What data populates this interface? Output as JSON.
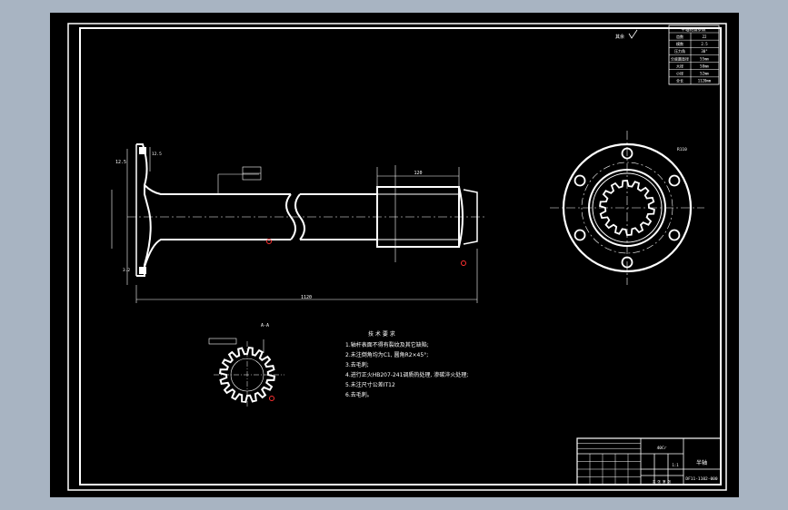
{
  "colors": {
    "background": "#a8b4c2",
    "sheet": "#000000",
    "lines": "#ffffff",
    "red": "#ff3030"
  },
  "parameter_table": {
    "title": "半轴花键参数",
    "rows": [
      [
        "齿数",
        "22"
      ],
      [
        "模数",
        "2.5"
      ],
      [
        "压力角",
        "30°"
      ],
      [
        "分度圆直径",
        "55mm"
      ],
      [
        "大径",
        "58mm"
      ],
      [
        "小径",
        "52mm"
      ],
      [
        "全长",
        "1120mm"
      ]
    ]
  },
  "technical_requirements": {
    "title": "技 术 要 求",
    "items": [
      "1.轴杆表面不得有裂纹及其它缺陷;",
      "2.未注倒角均为C1, 圆角R2×45°;",
      "3.去毛刺;",
      "4.进行正火HB207-241调质热处理, 渗碳淬火处理;",
      "5.未注尺寸公差IT12",
      "6.去毛刺。"
    ]
  },
  "title_block": {
    "part_name": "半轴",
    "drawing_number": "DF11-1102-000",
    "scale": "1:1",
    "material": "40Cr",
    "sheet_label": "共 张 第 张"
  },
  "dimensions": {
    "total_length": "1120",
    "spline_length": "120",
    "flange_thickness": "12.5",
    "section_label": "A-A",
    "flange_radius": "R110",
    "roughness_top": "12.5",
    "roughness_corner": "3.2"
  }
}
